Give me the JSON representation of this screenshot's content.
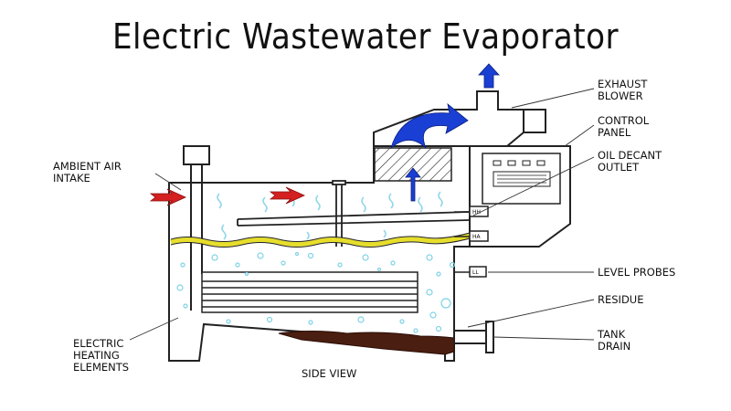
{
  "title": "Electric Wastewater Evaporator",
  "view_caption": "SIDE VIEW",
  "labels": {
    "exhaust_blower": [
      "EXHAUST",
      "BLOWER"
    ],
    "control_panel": [
      "CONTROL",
      "PANEL"
    ],
    "oil_decant_outlet": [
      "OIL DECANT",
      "OUTLET"
    ],
    "ambient_air_intake": [
      "AMBIENT AIR",
      "INTAKE"
    ],
    "level_probes": "LEVEL PROBES",
    "residue": "RESIDUE",
    "tank_drain": [
      "TANK",
      "DRAIN"
    ],
    "electric_heating_elements": [
      "ELECTRIC",
      "HEATING",
      "ELEMENTS"
    ]
  },
  "probe_tags": {
    "hh": "HH",
    "ha": "HA",
    "ll": "LL"
  },
  "colors": {
    "outline": "#222222",
    "intake_arrow": "#d42020",
    "exhaust_arrow": "#1a3fd4",
    "water_line": "#e6de2a",
    "bubbles": "#7fd3e6",
    "residue": "#4a1e10"
  }
}
